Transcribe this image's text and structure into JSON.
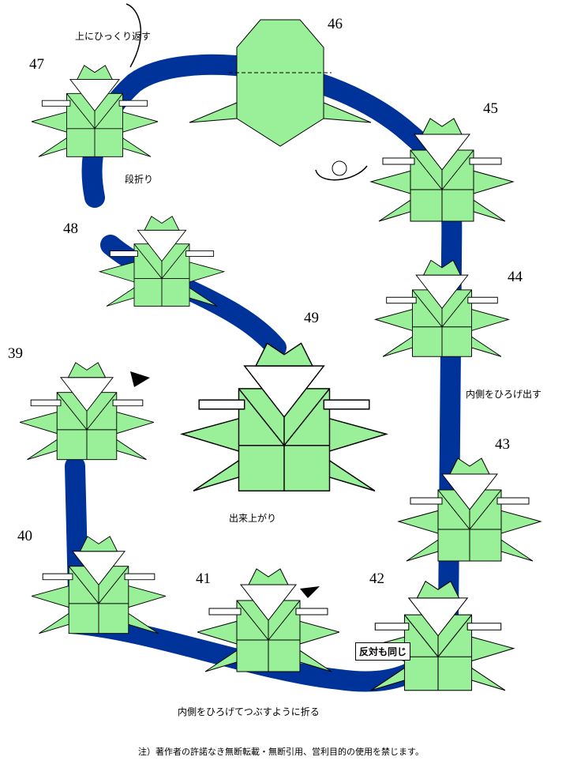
{
  "colors": {
    "loop": "#003399",
    "paper": "#99f099",
    "paper_back": "#ffffff",
    "line": "#000000"
  },
  "steps": [
    {
      "number": "39"
    },
    {
      "number": "40"
    },
    {
      "number": "41"
    },
    {
      "number": "42"
    },
    {
      "number": "43"
    },
    {
      "number": "44"
    },
    {
      "number": "45"
    },
    {
      "number": "46"
    },
    {
      "number": "47"
    },
    {
      "number": "48"
    },
    {
      "number": "49"
    }
  ],
  "instructions": {
    "flip_over": "上にひっくり返す",
    "step_fold": "段折り",
    "pull_out_inside": "内側をひろげ出す",
    "finished": "出来上がり",
    "same_on_other_side": "反対も同じ",
    "squash_fold": "内側をひろげてつぶすように折る"
  },
  "footer": "注）著作者の許諾なき無断転載・無断引用、営利目的の使用を禁じます。"
}
